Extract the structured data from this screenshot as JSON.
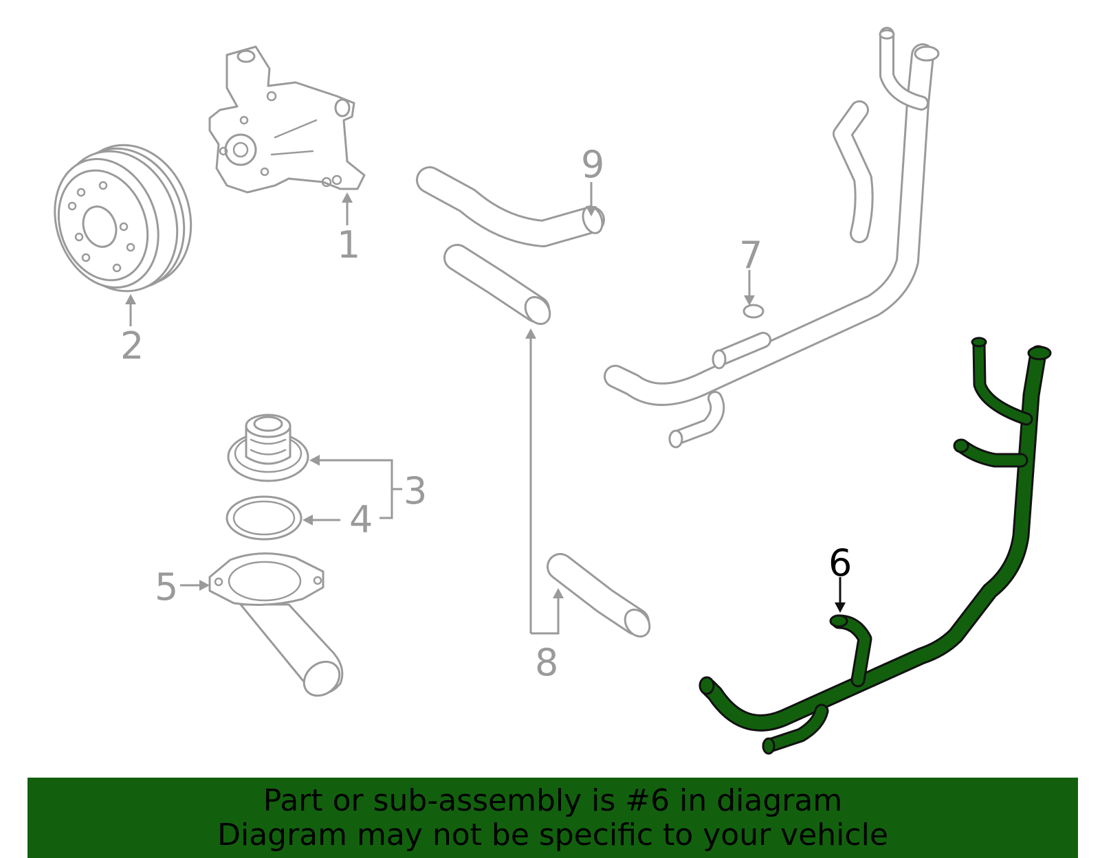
{
  "colors": {
    "highlight": "#12600e",
    "banner": "#12600e",
    "line_gray": "#9a9a9a"
  },
  "callouts": {
    "part1": "1",
    "part2": "2",
    "part3": "3",
    "part4": "4",
    "part5": "5",
    "part6": "6",
    "part7": "7",
    "part8": "8",
    "part9": "9"
  },
  "banner": {
    "line1": "Part or sub-assembly is #6 in diagram",
    "line2": "Diagram may not be specific to your vehicle"
  }
}
